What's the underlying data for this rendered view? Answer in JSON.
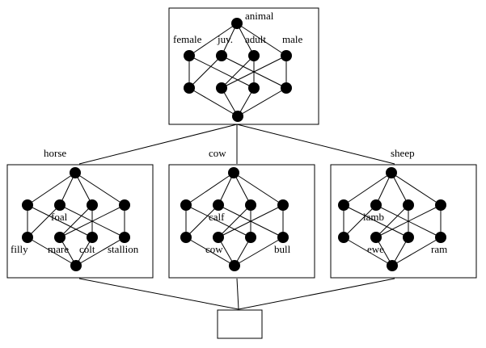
{
  "top": {
    "labels": {
      "animal": "animal",
      "female": "female",
      "juv": "juv.",
      "adult": "adult",
      "male": "male"
    }
  },
  "groups": {
    "horse": {
      "title": "horse",
      "labels": {
        "young": "foal",
        "young_female": "filly",
        "adult_female": "mare",
        "young_male": "colt",
        "adult_male": "stallion"
      }
    },
    "cow": {
      "title": "cow",
      "labels": {
        "young": "calf",
        "adult_female": "cow",
        "adult_male": "bull"
      }
    },
    "sheep": {
      "title": "sheep",
      "labels": {
        "young": "lamb",
        "adult_female": "ewe",
        "adult_male": "ram"
      }
    }
  },
  "bottom": {
    "label": ""
  },
  "colors": {
    "ink": "#000000",
    "paper": "#ffffff"
  }
}
